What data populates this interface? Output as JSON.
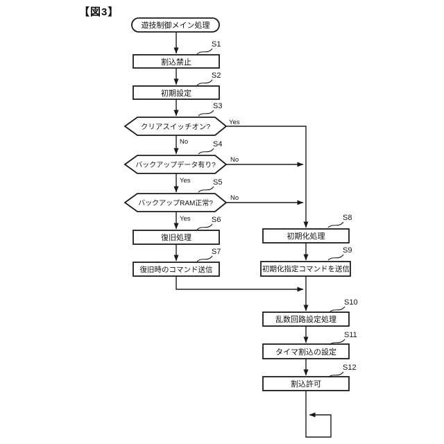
{
  "figure": {
    "title": "【図3】"
  },
  "flowchart": {
    "start": {
      "id": "start",
      "type": "terminal",
      "label": "遊技制御メイン処理"
    },
    "steps": [
      {
        "id": "S1",
        "type": "process",
        "label": "割込禁止"
      },
      {
        "id": "S2",
        "type": "process",
        "label": "初期設定"
      },
      {
        "id": "S3",
        "type": "decision",
        "label": "クリアスイッチオン?"
      },
      {
        "id": "S4",
        "type": "decision",
        "label": "バックアップデータ有り?"
      },
      {
        "id": "S5",
        "type": "decision",
        "label": "バックアップRAM正常?"
      },
      {
        "id": "S6",
        "type": "process",
        "label": "復旧処理"
      },
      {
        "id": "S7",
        "type": "process",
        "label": "復旧時のコマンド送信"
      },
      {
        "id": "S8",
        "type": "process",
        "label": "初期化処理"
      },
      {
        "id": "S9",
        "type": "process",
        "label": "初期化指定コマンドを送信"
      },
      {
        "id": "S10",
        "type": "process",
        "label": "乱数回路設定処理"
      },
      {
        "id": "S11",
        "type": "process",
        "label": "タイマ割込の設定"
      },
      {
        "id": "S12",
        "type": "process",
        "label": "割込許可"
      }
    ],
    "branch_labels": {
      "yes": "Yes",
      "no": "No"
    },
    "edges": [
      {
        "from": "start",
        "to": "S1"
      },
      {
        "from": "S1",
        "to": "S2"
      },
      {
        "from": "S2",
        "to": "S3"
      },
      {
        "from": "S3",
        "to": "S4",
        "label": "No"
      },
      {
        "from": "S3",
        "to": "S8",
        "label": "Yes"
      },
      {
        "from": "S4",
        "to": "S5",
        "label": "Yes"
      },
      {
        "from": "S4",
        "to": "S8",
        "label": "No"
      },
      {
        "from": "S5",
        "to": "S6",
        "label": "Yes"
      },
      {
        "from": "S5",
        "to": "S8",
        "label": "No"
      },
      {
        "from": "S6",
        "to": "S7"
      },
      {
        "from": "S7",
        "to": "S10"
      },
      {
        "from": "S8",
        "to": "S9"
      },
      {
        "from": "S9",
        "to": "S10"
      },
      {
        "from": "S10",
        "to": "S11"
      },
      {
        "from": "S11",
        "to": "S12"
      },
      {
        "from": "S12",
        "to": "loop-back"
      }
    ],
    "colors": {
      "stroke": "#1a1a1a",
      "fill": "#ffffff",
      "text": "#111111"
    }
  }
}
